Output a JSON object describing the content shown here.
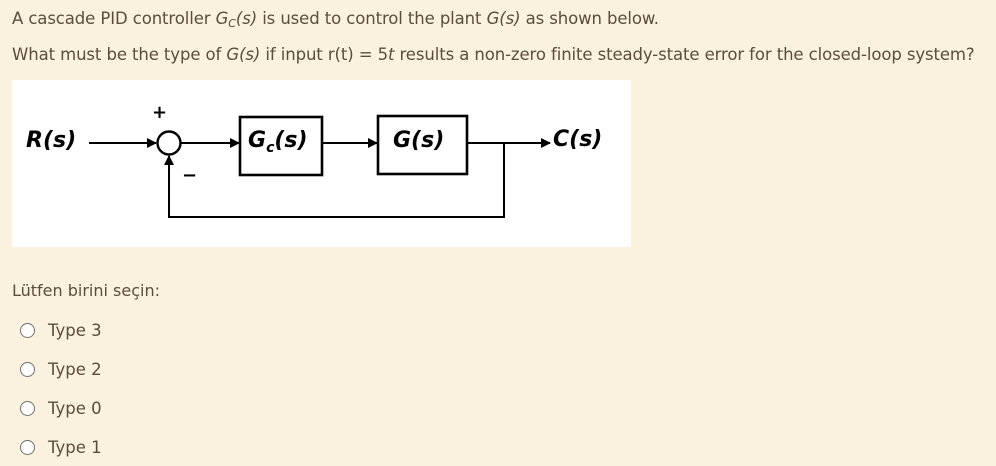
{
  "question": {
    "line1": {
      "pre": "A cascade PID controller ",
      "gc_main": "G",
      "gc_sub": "C",
      "gc_args": "(s)",
      "mid": " is used to control the plant ",
      "g": "G(s)",
      "post": " as shown below."
    },
    "line2": {
      "pre": "What must be the type of ",
      "g": "G(s)",
      "mid": " if input r(t) = 5",
      "t": "t",
      "post": " results a non-zero finite steady-state error for the closed-loop system?"
    }
  },
  "diagram": {
    "input_label": "R(s)",
    "plus_sign": "+",
    "minus_sign": "−",
    "controller_main": "G",
    "controller_sub": "c",
    "controller_args": "(s)",
    "plant_label": "G(s)",
    "output_label": "C(s)"
  },
  "prompt": "Lütfen birini seçin:",
  "options": [
    {
      "label": "Type 3",
      "selected": false
    },
    {
      "label": "Type 2",
      "selected": false
    },
    {
      "label": "Type 0",
      "selected": false
    },
    {
      "label": "Type 1",
      "selected": false
    }
  ],
  "colors": {
    "background": "#faf2df",
    "text": "#5b4d3a",
    "diagram_bg": "#ffffff",
    "diagram_stroke": "#000000"
  }
}
